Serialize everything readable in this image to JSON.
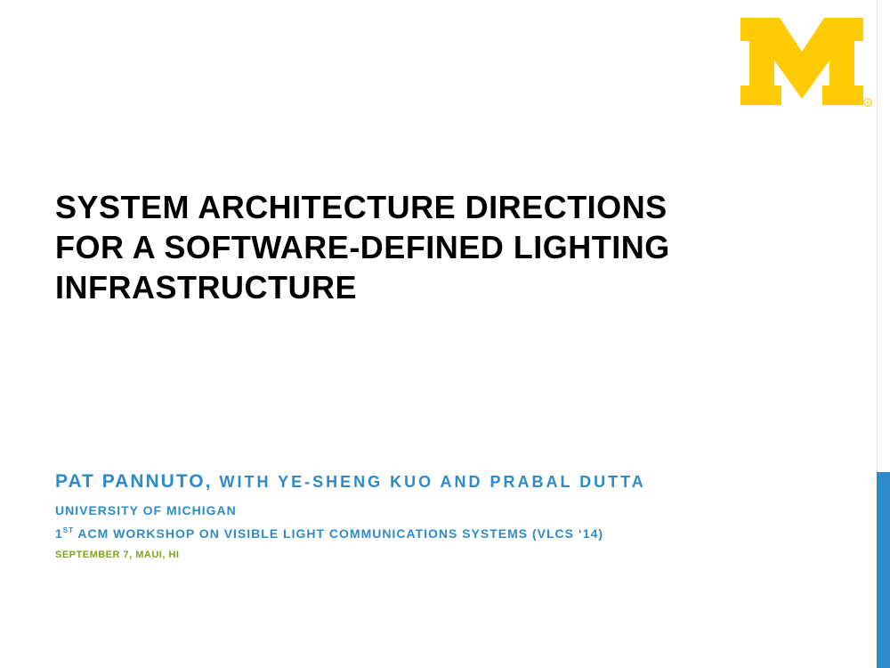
{
  "slide": {
    "title_lines": [
      "SYSTEM ARCHITECTURE DIRECTIONS",
      "FOR A SOFTWARE-DEFINED LIGHTING",
      "INFRASTRUCTURE"
    ],
    "author_main": "PAT PANNUTO,",
    "author_rest": " WITH YE-SHENG KUO AND PRABAL DUTTA",
    "affiliation": "UNIVERSITY OF MICHIGAN",
    "workshop_prefix": "1",
    "workshop_ordinal": "ST",
    "workshop_rest": " ACM WORKSHOP ON VISIBLE LIGHT COMMUNICATIONS SYSTEMS (VLCS ‘14)",
    "date_place": "SEPTEMBER 7, MAUI, HI"
  },
  "logo": {
    "icon": "block-m-logo-icon",
    "trademark": "®"
  },
  "colors": {
    "accent_blue": "#2e8bc9",
    "maize": "#ffcb05",
    "date_green": "#7fa41d",
    "title": "#000000"
  }
}
